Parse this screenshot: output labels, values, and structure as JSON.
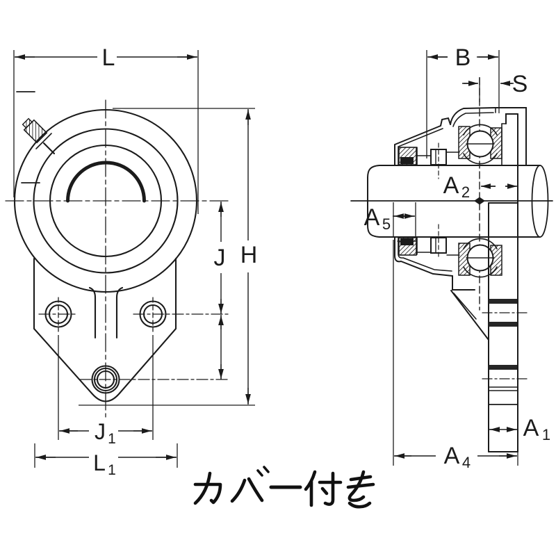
{
  "caption": "カバー付き",
  "colors": {
    "line": "#1b1b1b",
    "background": "#ffffff",
    "section_band": "#262626"
  },
  "front_view": {
    "dims": {
      "L": {
        "main": "L",
        "sub": ""
      },
      "H": {
        "main": "H",
        "sub": ""
      },
      "J": {
        "main": "J",
        "sub": ""
      },
      "J1": {
        "main": "J",
        "sub": "1"
      },
      "L1": {
        "main": "L",
        "sub": "1"
      }
    }
  },
  "side_view": {
    "dims": {
      "B": {
        "main": "B",
        "sub": ""
      },
      "S": {
        "main": "S",
        "sub": ""
      },
      "A2": {
        "main": "A",
        "sub": "2"
      },
      "A5": {
        "main": "A",
        "sub": "5"
      },
      "A1": {
        "main": "A",
        "sub": "1"
      },
      "A4": {
        "main": "A",
        "sub": "4"
      }
    }
  }
}
